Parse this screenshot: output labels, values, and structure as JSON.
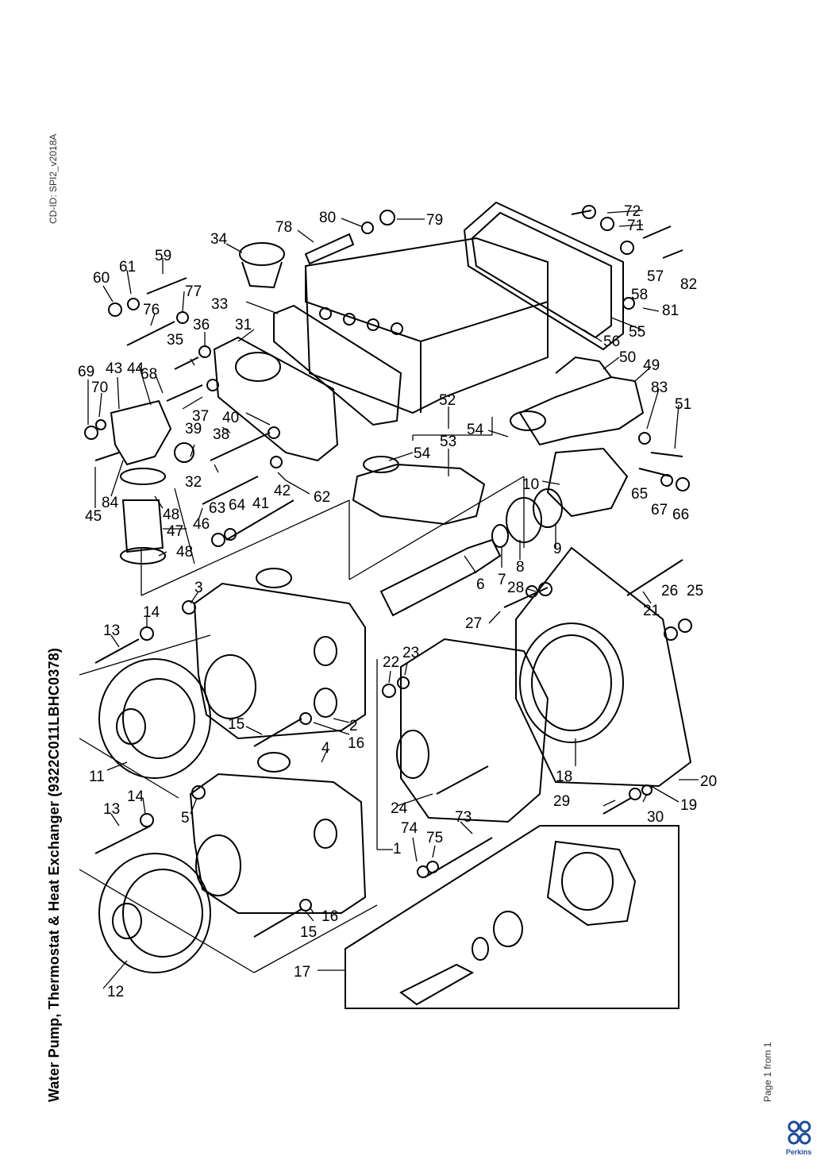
{
  "header": {
    "cd_id": "CD-ID: SPI2_v2018A"
  },
  "title": "Water Pump, Thermostat & Heat Exchanger (9322C011LBHC0378)",
  "footer": {
    "page_info": "Page 1 from 1",
    "brand": "Perkins"
  },
  "part_numbers": [
    "1",
    "2",
    "3",
    "4",
    "5",
    "6",
    "7",
    "8",
    "9",
    "10",
    "11",
    "12",
    "13",
    "14",
    "15",
    "16",
    "17",
    "18",
    "19",
    "20",
    "21",
    "22",
    "23",
    "24",
    "25",
    "26",
    "27",
    "28",
    "29",
    "30",
    "31",
    "32",
    "33",
    "34",
    "35",
    "36",
    "37",
    "38",
    "39",
    "40",
    "41",
    "42",
    "43",
    "44",
    "45",
    "46",
    "47",
    "48",
    "49",
    "50",
    "51",
    "52",
    "53",
    "54",
    "55",
    "56",
    "57",
    "58",
    "59",
    "60",
    "61",
    "62",
    "63",
    "64",
    "65",
    "66",
    "67",
    "68",
    "69",
    "70",
    "71",
    "72",
    "73",
    "74",
    "75",
    "76",
    "77",
    "78",
    "79",
    "80",
    "81",
    "82",
    "83",
    "84"
  ]
}
